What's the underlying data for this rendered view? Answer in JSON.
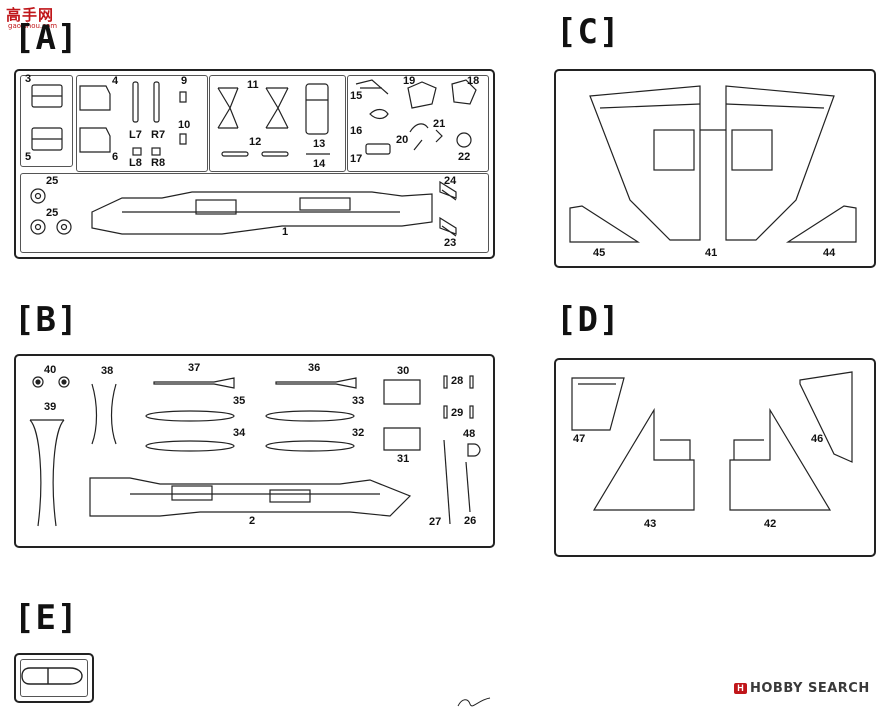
{
  "watermark_top": {
    "title": "高手网",
    "subtitle": "gao.shou.com"
  },
  "watermark_bottom": {
    "text": "HOBBY SEARCH"
  },
  "sheets": {
    "a": {
      "label": "[A]"
    },
    "b": {
      "label": "[B]"
    },
    "c": {
      "label": "[C]"
    },
    "d": {
      "label": "[D]"
    },
    "e": {
      "label": "[E]"
    }
  },
  "parts_a": [
    "3",
    "4",
    "5",
    "6",
    "9",
    "10",
    "L7",
    "R7",
    "L8",
    "R8",
    "11",
    "12",
    "13",
    "14",
    "15",
    "16",
    "17",
    "18",
    "19",
    "20",
    "21",
    "22",
    "24",
    "23",
    "25",
    "25",
    "1"
  ],
  "parts_b": [
    "40",
    "38",
    "39",
    "37",
    "36",
    "35",
    "34",
    "33",
    "32",
    "30",
    "28",
    "29",
    "31",
    "48",
    "27",
    "26",
    "2"
  ],
  "parts_c": [
    "45",
    "41",
    "44"
  ],
  "parts_d": [
    "47",
    "43",
    "42",
    "46"
  ],
  "icons": {
    "bottom_mark": "signature-mark-icon"
  }
}
